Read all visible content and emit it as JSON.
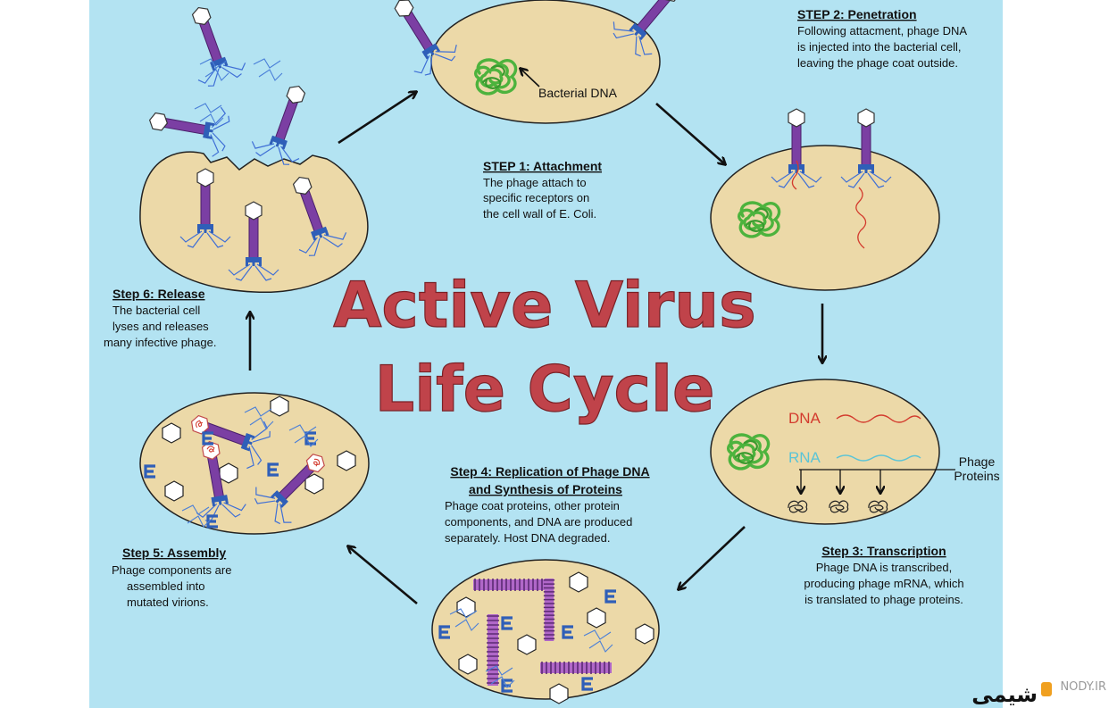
{
  "title": {
    "line1": "Active Virus",
    "line2": "Life Cycle"
  },
  "colors": {
    "background": "#b3e3f2",
    "cell_fill": "#ecd9a8",
    "title_red": "#c0434a",
    "phage_purple": "#7b3fa3",
    "phage_blue": "#2f5fb8",
    "host_dna_green": "#4db33d",
    "phage_dna_red": "#d33b2e",
    "rna_cyan": "#5bc4d6"
  },
  "labels": {
    "bacterial_dna": "Bacterial DNA",
    "dna": "DNA",
    "rna": "RNA",
    "phage_proteins_1": "Phage",
    "phage_proteins_2": "Proteins"
  },
  "steps": {
    "step1": {
      "title": "STEP 1: Attachment",
      "body": [
        "The phage attach to",
        "specific receptors on",
        "the cell wall of E. Coli."
      ]
    },
    "step2": {
      "title": "STEP 2: Penetration",
      "body": [
        "Following attacment, phage DNA",
        "is injected into the bacterial cell,",
        "leaving the phage coat outside."
      ]
    },
    "step3": {
      "title": "Step 3: Transcription",
      "body": [
        "Phage DNA is transcribed,",
        "producing phage mRNA, which",
        "is translated to phage proteins."
      ]
    },
    "step4": {
      "title_lines": [
        "Step 4: Replication of Phage DNA",
        "and Synthesis of Proteins"
      ],
      "body": [
        "Phage coat proteins, other protein",
        "components, and DNA are produced",
        "separately. Host DNA degraded."
      ]
    },
    "step5": {
      "title": "Step 5: Assembly",
      "body": [
        "Phage components are",
        "assembled into",
        "mutated virions."
      ]
    },
    "step6": {
      "title": "Step 6: Release",
      "body": [
        "The bacterial cell",
        "lyses and releases",
        "many infective phage."
      ]
    }
  },
  "watermark": {
    "latin": "NODY.IR",
    "persian": "شیمی"
  }
}
